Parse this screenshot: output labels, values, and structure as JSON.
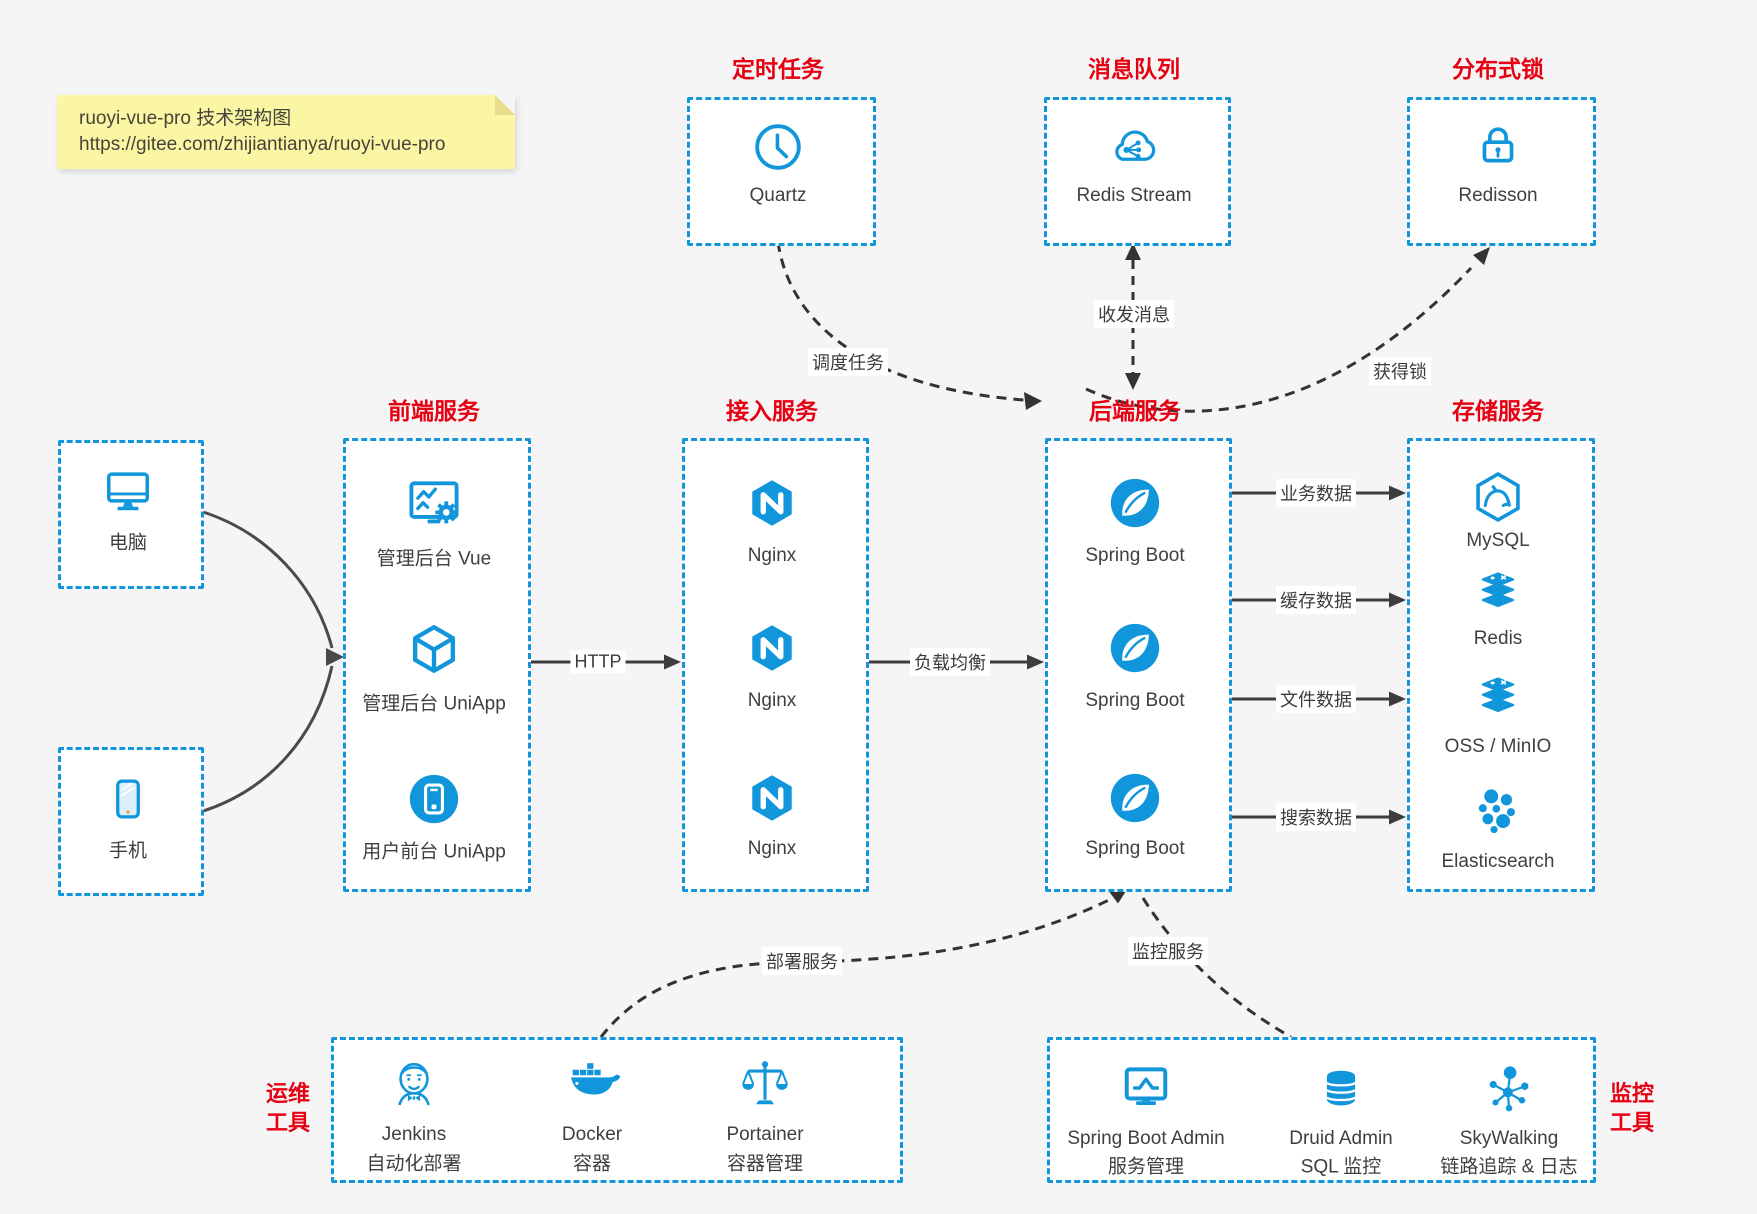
{
  "note": {
    "line1": "ruoyi-vue-pro 技术架构图",
    "line2": "https://gitee.com/zhijiantianya/ruoyi-vue-pro"
  },
  "colors": {
    "accent_blue": "#1296db",
    "title_red": "#e60012",
    "arrow_gray": "#3d3d3d",
    "note_yellow": "#fbf6a4",
    "canvas_bg": "#f5f5f6"
  },
  "groups": {
    "scheduled": {
      "title": "定时任务",
      "item": {
        "icon": "clock-icon",
        "label": "Quartz"
      }
    },
    "mq": {
      "title": "消息队列",
      "item": {
        "icon": "cloud-share-icon",
        "label": "Redis Stream"
      }
    },
    "dlock": {
      "title": "分布式锁",
      "item": {
        "icon": "lock-icon",
        "label": "Redisson"
      }
    },
    "clients": {
      "pc": {
        "icon": "desktop-icon",
        "label": "电脑"
      },
      "mobile": {
        "icon": "smartphone-icon",
        "label": "手机"
      }
    },
    "frontend": {
      "title": "前端服务",
      "items": [
        {
          "icon": "admin-vue-icon",
          "label": "管理后台 Vue"
        },
        {
          "icon": "uniapp-cube-icon",
          "label": "管理后台 UniApp"
        },
        {
          "icon": "user-app-icon",
          "label": "用户前台 UniApp"
        }
      ]
    },
    "gateway": {
      "title": "接入服务",
      "items": [
        {
          "icon": "nginx-icon",
          "label": "Nginx"
        },
        {
          "icon": "nginx-icon",
          "label": "Nginx"
        },
        {
          "icon": "nginx-icon",
          "label": "Nginx"
        }
      ]
    },
    "backend": {
      "title": "后端服务",
      "items": [
        {
          "icon": "spring-icon",
          "label": "Spring Boot"
        },
        {
          "icon": "spring-icon",
          "label": "Spring Boot"
        },
        {
          "icon": "spring-icon",
          "label": "Spring Boot"
        }
      ]
    },
    "storage": {
      "title": "存储服务",
      "items": [
        {
          "icon": "mysql-icon",
          "label": "MySQL"
        },
        {
          "icon": "redis-icon",
          "label": "Redis"
        },
        {
          "icon": "oss-icon",
          "label": "OSS / MinIO"
        },
        {
          "icon": "elasticsearch-icon",
          "label": "Elasticsearch"
        }
      ]
    },
    "ops": {
      "title_line1": "运维",
      "title_line2": "工具",
      "items": [
        {
          "icon": "jenkins-icon",
          "name": "Jenkins",
          "desc": "自动化部署"
        },
        {
          "icon": "docker-icon",
          "name": "Docker",
          "desc": "容器"
        },
        {
          "icon": "portainer-icon",
          "name": "Portainer",
          "desc": "容器管理"
        }
      ]
    },
    "monitoring": {
      "title_line1": "监控",
      "title_line2": "工具",
      "items": [
        {
          "icon": "spring-boot-admin-icon",
          "name": "Spring Boot Admin",
          "desc": "服务管理"
        },
        {
          "icon": "druid-icon",
          "name": "Druid Admin",
          "desc": "SQL 监控"
        },
        {
          "icon": "skywalking-icon",
          "name": "SkyWalking",
          "desc": "链路追踪 & 日志"
        }
      ]
    }
  },
  "edges": {
    "http": "HTTP",
    "load_balance": "负载均衡",
    "business_data": "业务数据",
    "cache_data": "缓存数据",
    "file_data": "文件数据",
    "search_data": "搜索数据",
    "schedule_task": "调度任务",
    "send_receive_msg": "收发消息",
    "acquire_lock": "获得锁",
    "deploy_service": "部署服务",
    "monitor_service": "监控服务"
  }
}
